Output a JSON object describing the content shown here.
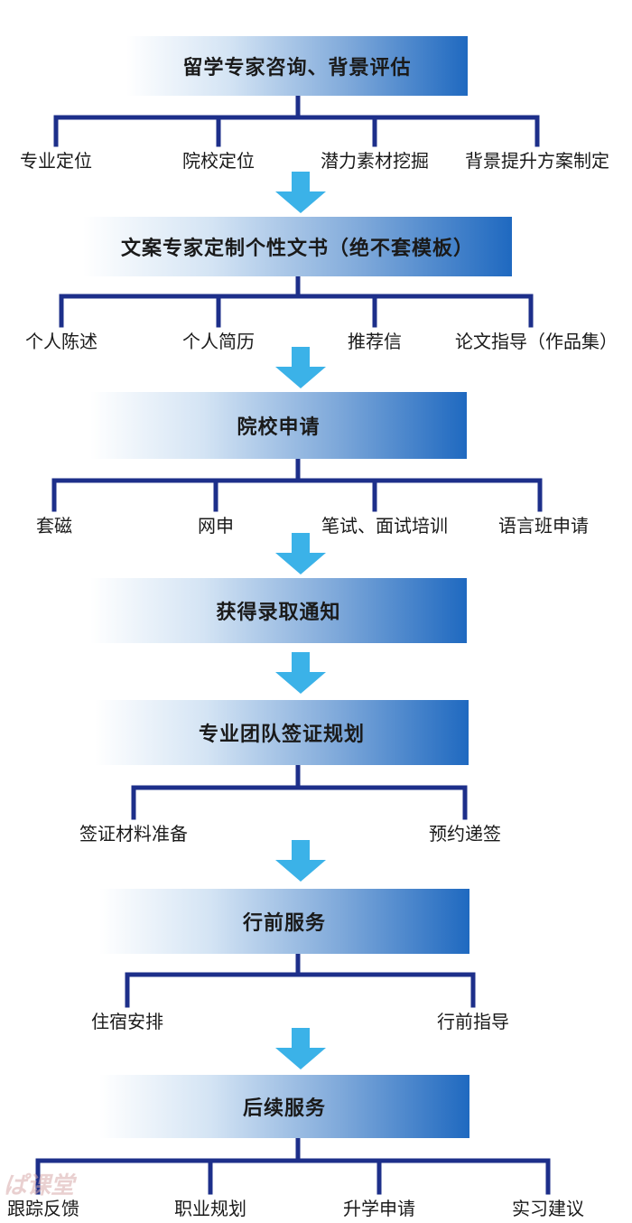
{
  "colors": {
    "line": "#1d2f8a",
    "arrow": "#3bb2e8",
    "box_end": "#1f69c0"
  },
  "stages": [
    {
      "title": "留学专家咨询、背景评估",
      "items": [
        "专业定位",
        "院校定位",
        "潜力素材挖掘",
        "背景提升方案制定"
      ]
    },
    {
      "title": "文案专家定制个性文书（绝不套模板）",
      "items": [
        "个人陈述",
        "个人简历",
        "推荐信",
        "论文指导（作品集）"
      ]
    },
    {
      "title": "院校申请",
      "items": [
        "套磁",
        "网申",
        "笔试、面试培训",
        "语言班申请"
      ]
    },
    {
      "title": "获得录取通知",
      "items": []
    },
    {
      "title": "专业团队签证规划",
      "items": [
        "签证材料准备",
        "预约递签"
      ]
    },
    {
      "title": "行前服务",
      "items": [
        "住宿安排",
        "行前指导"
      ]
    },
    {
      "title": "后续服务",
      "items": [
        "跟踪反馈",
        "职业规划",
        "升学申请",
        "实习建议"
      ]
    }
  ],
  "watermark": "ぱ课堂"
}
